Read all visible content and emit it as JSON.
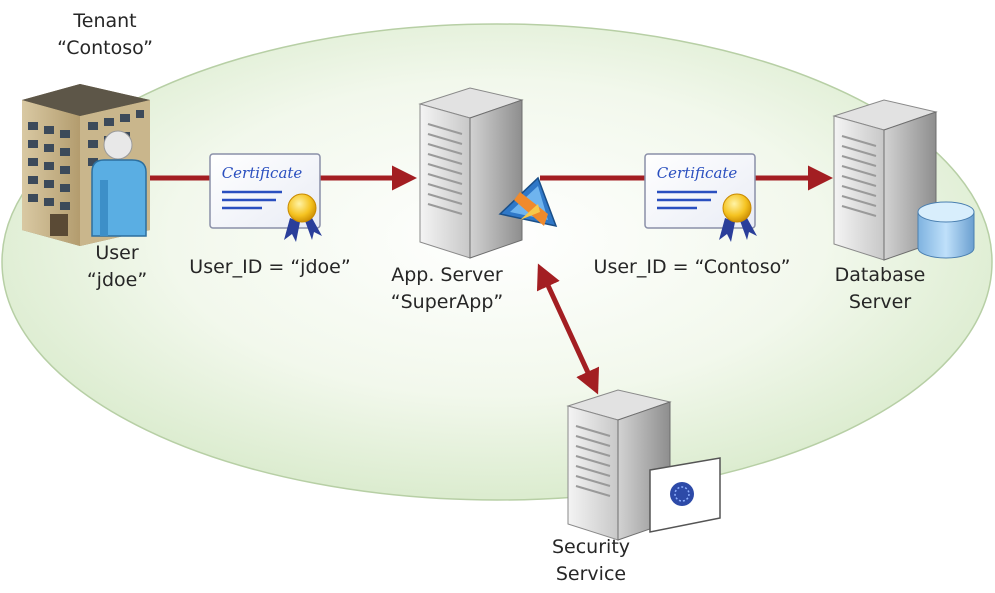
{
  "tenant": {
    "line1": "Tenant",
    "line2": "“Contoso”"
  },
  "user": {
    "line1": "User",
    "line2": "“jdoe”"
  },
  "app_server": {
    "line1": "App. Server",
    "line2": "“SuperApp”"
  },
  "db_server": {
    "line1": "Database",
    "line2": "Server"
  },
  "security_service": {
    "line1": "Security",
    "line2": "Service"
  },
  "token_user": {
    "label": "User_ID = “jdoe”",
    "cert_script": "Certificate"
  },
  "token_tenant": {
    "label": "User_ID = “Contoso”",
    "cert_script": "Certificate"
  },
  "colors": {
    "zone_fill": "#e3f0d8",
    "arrow": "#a31e22",
    "accent": "#2a4fbf"
  }
}
